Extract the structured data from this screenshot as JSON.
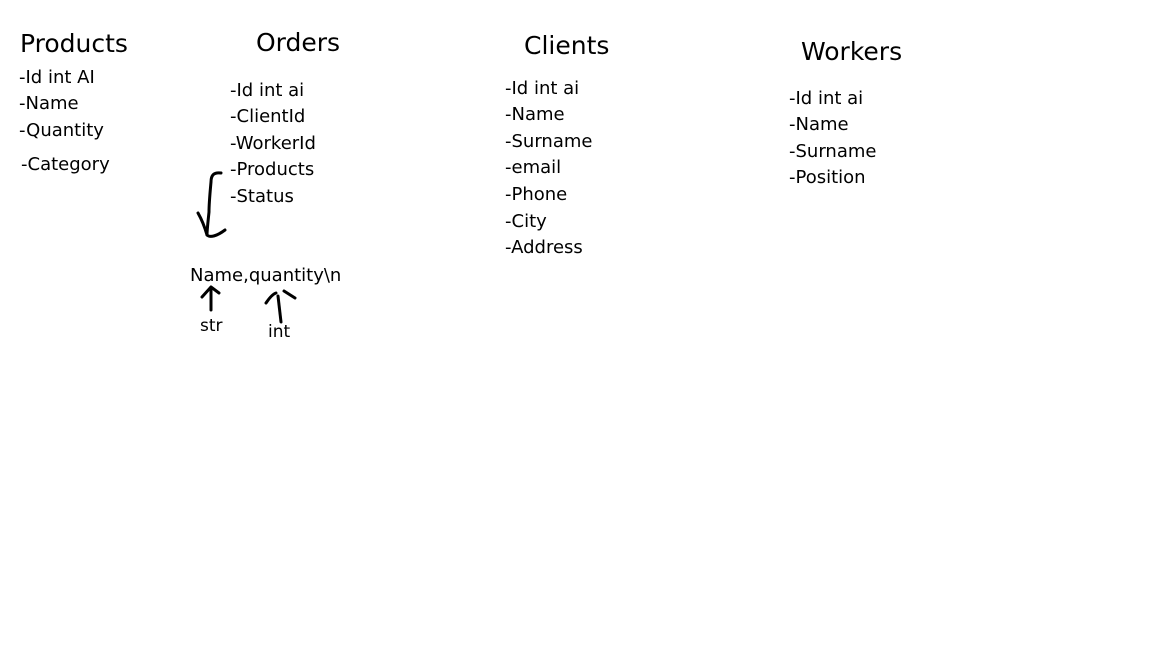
{
  "tables": [
    {
      "title": "Products",
      "fields": [
        "-Id int AI",
        "-Name",
        "-Quantity",
        "-Category"
      ]
    },
    {
      "title": "Orders",
      "fields": [
        "-Id int ai",
        "-ClientId",
        "-WorkerId",
        "-Products",
        "-Status"
      ]
    },
    {
      "title": "Clients",
      "fields": [
        "-Id int ai",
        "-Name",
        "-Surname",
        "-email",
        "-Phone",
        "-City",
        "-Address"
      ]
    },
    {
      "title": "Workers",
      "fields": [
        "-Id int ai",
        "-Name",
        "-Surname",
        "-Position"
      ]
    }
  ],
  "products_format": {
    "text": "Name,quantity\\n",
    "name_type": "str",
    "quantity_type": "int"
  }
}
